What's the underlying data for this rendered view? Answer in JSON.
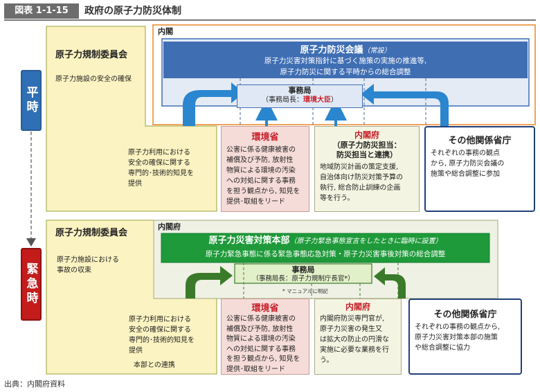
{
  "figure": {
    "label": "図表 1-1-15",
    "title": "政府の原子力防災体制",
    "source": "出典：内閣府資料"
  },
  "phases": {
    "normal": "平時",
    "emergency": "緊急時"
  },
  "normal": {
    "nra": {
      "title": "原子力規制委員会",
      "role": "原子力施設の安全の確保",
      "expertise": [
        "原子力利用における",
        "安全の確保に関する",
        "専門的･技術的知見を",
        "提供"
      ]
    },
    "cabinet_label": "内閣",
    "council": {
      "title": "原子力防災会議",
      "note": "（常設）",
      "lines": [
        "原子力災害対策指針に基づく施策の実施の推進等,",
        "原子力防災に関する平時からの総合調整"
      ]
    },
    "secretariat": {
      "title": "事務局",
      "head_prefix": "（事務局長：",
      "head_name": "環境大臣",
      "head_suffix": "）"
    },
    "env": {
      "title": "環境省",
      "lines": [
        "公害に係る健康被害の",
        "補償及び予防, 放射性",
        "物質による環境の汚染",
        "への対処に関する事務",
        "を担う観点から, 知見を",
        "提供･取組をリード"
      ]
    },
    "cao": {
      "title": "内閣府",
      "sub1": "（原子力防災担当：",
      "sub2": "防災担当と連携）",
      "lines": [
        "地域防災計画の策定支援,",
        "自治体向け防災対策予算の",
        "執行, 総合防止訓練の企画",
        "等を行う。"
      ]
    },
    "other": {
      "title": "その他関係省庁",
      "lines": [
        "それぞれの事務の観点",
        "から, 原子力防災会議の",
        "施策や総合調整に参加"
      ]
    }
  },
  "emergency": {
    "nra": {
      "title": "原子力規制委員会",
      "role_lines": [
        "原子力施設における",
        "事故の収束"
      ],
      "expertise": [
        "原子力利用における",
        "安全の確保に関する",
        "専門的･技術的知見を",
        "提供"
      ],
      "liaison": "本部との連携"
    },
    "cabinet_label": "内閣府",
    "hq": {
      "title": "原子力災害対策本部",
      "note": "（原子力緊急事態宣言をしたときに臨時に設置）",
      "line": "原子力緊急事態に係る緊急事態応急対策・原子力災害事後対策の総合調整"
    },
    "secretariat": {
      "title": "事務局",
      "head": "（事務局長：原子力規制庁長官*）"
    },
    "footnote": "* マニュアルに明記",
    "env": {
      "title": "環境省",
      "lines": [
        "公害に係る健康被害の",
        "補償及び予防, 放射性",
        "物質による環境の汚染",
        "への対処に関する事務",
        "を担う観点から, 知見を",
        "提供･取組をリード"
      ]
    },
    "cao": {
      "title": "内閣府",
      "lines": [
        "内閣府防災専門官が,",
        "原子力災害の発生又",
        "は拡大の防止の円滑な",
        "実施に必要な業務を行",
        "う。"
      ]
    },
    "other": {
      "title": "その他関係省庁",
      "lines": [
        "それぞれの事務の観点から,",
        "原子力災害対策本部の施策",
        "や総合調整に協力"
      ]
    }
  },
  "colors": {
    "tab_normal": "#2f6fb5",
    "tab_emergency": "#c41b1b",
    "council_blue": "#3f6eb3",
    "hq_green": "#1f9a3a",
    "arrow_blue": "#2a86cf",
    "arrow_green": "#3b7a2a",
    "cabinet_frame": "#f0a25a",
    "env_pink": "#f5dcd8",
    "cao_cream": "#f4f4e2"
  }
}
